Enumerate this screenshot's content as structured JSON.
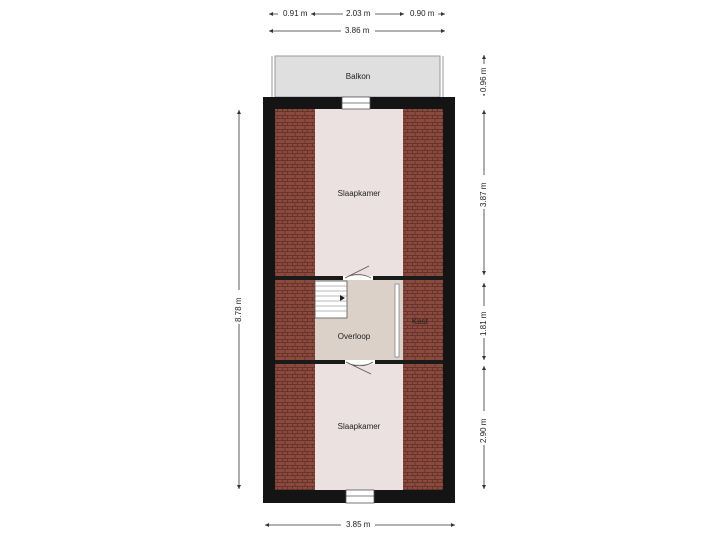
{
  "rooms": {
    "balcony": "Balkon",
    "bedroom_top": "Slaapkamer",
    "landing": "Overloop",
    "closet": "Kast",
    "bedroom_bottom": "Slaapkamer"
  },
  "dimensions": {
    "top_left": "0.91 m",
    "top_middle": "2.03 m",
    "top_right": "0.90 m",
    "top_total": "3.86 m",
    "bottom_total": "3.85 m",
    "left_total": "8.78 m",
    "right_balcony": "0.96 m",
    "right_bedroom_top": "3.87 m",
    "right_landing": "1.81 m",
    "right_bedroom_bottom": "2.90 m"
  },
  "colors": {
    "wall": "#141414",
    "roof_tile": "#8a4a3e",
    "roof_line": "#5e2c24",
    "room_floor": "#ebe1e0",
    "landing_floor": "#dbd1c8",
    "balcony_floor": "#dfdfdf",
    "dim_line": "#333333"
  }
}
